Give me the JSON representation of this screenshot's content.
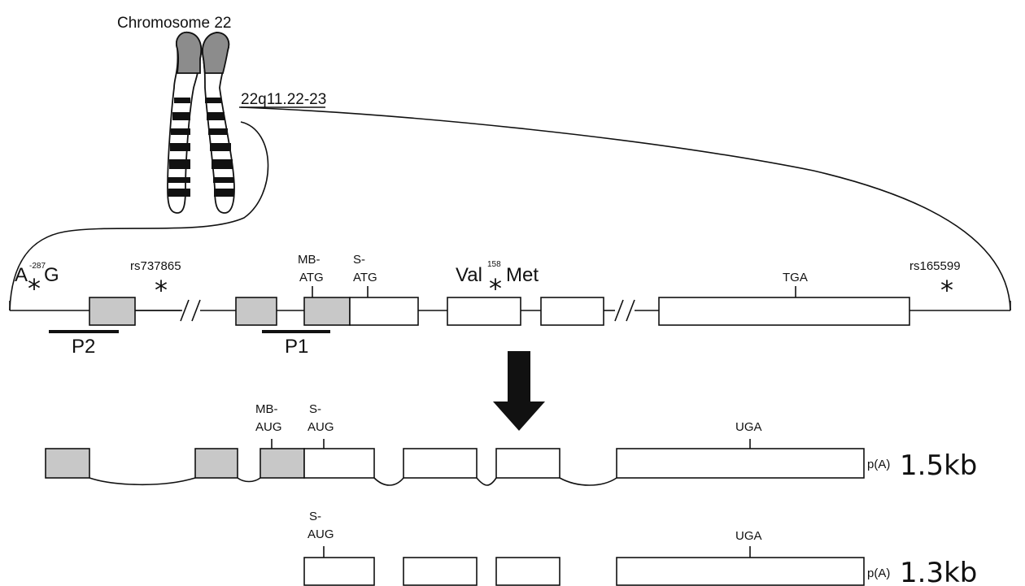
{
  "chromosome": {
    "title": "Chromosome 22",
    "band": "22q11.22-23"
  },
  "gene": {
    "snp_promoter_left": "A",
    "snp_promoter_sup": "-287",
    "snp_promoter_right": "G",
    "snp_rs737865": "rs737865",
    "mb_atg_line1": "MB-",
    "mb_atg_line2": "ATG",
    "s_atg_line1": "S-",
    "s_atg_line2": "ATG",
    "val_left": "Val",
    "val_sup": "158",
    "val_right": "Met",
    "tga": "TGA",
    "snp_rs165599": "rs165599",
    "promoter_p2": "P2",
    "promoter_p1": "P1"
  },
  "transcript_long": {
    "mb_aug_line1": "MB-",
    "mb_aug_line2": "AUG",
    "s_aug_line1": "S-",
    "s_aug_line2": "AUG",
    "uga": "UGA",
    "polya": "p(A)",
    "size": "1.5kb"
  },
  "transcript_short": {
    "s_aug_line1": "S-",
    "s_aug_line2": "AUG",
    "uga": "UGA",
    "polya": "p(A)",
    "size": "1.3kb"
  },
  "colors": {
    "promoter_exon_fill": "#c8c8c8",
    "coding_exon_fill": "#ffffff",
    "chromosome_cap": "#8c8c8c",
    "stroke": "#111111"
  }
}
